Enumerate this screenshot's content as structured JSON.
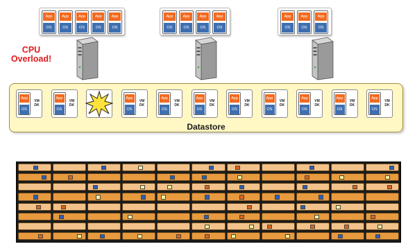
{
  "vm": {
    "app_label": "App",
    "os_label": "OS"
  },
  "cpu_overload_label": "CPU Overload!",
  "datastore": {
    "title": "Datastore",
    "vmdk_label": "VMDK"
  },
  "colors": {
    "app_orange": "#f26a1f",
    "os_blue": "#3e6fb0",
    "datastore_fill": "#fff7c4",
    "drive_orange": "#e89a3e",
    "cpu_red": "#e01b1b"
  }
}
